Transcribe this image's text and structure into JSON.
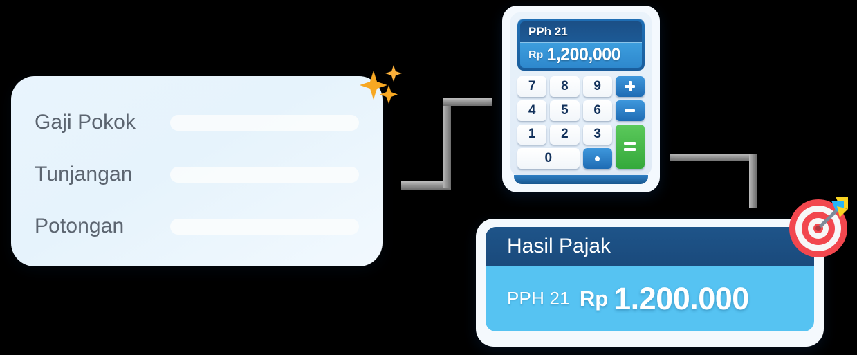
{
  "scene": {
    "background_color": "#000000",
    "accent_blue": "#2e88cd",
    "accent_navy": "#1a4a7c",
    "accent_light_blue": "#56c3f2",
    "accent_green": "#34a93b",
    "connector_color": "#8f8f8f"
  },
  "input_card": {
    "background_color": "#e8f3fc",
    "fields": [
      {
        "label": "Gaji Pokok",
        "value": ""
      },
      {
        "label": "Tunjangan",
        "value": ""
      },
      {
        "label": "Potongan",
        "value": ""
      }
    ]
  },
  "decorations": {
    "sparkles_icon": "sparkles",
    "sparkles_color": "#f9a825",
    "dart_icon": "direct-hit-target",
    "dart_color": "#f2474e"
  },
  "calculator": {
    "display": {
      "title": "PPh 21",
      "currency": "Rp",
      "amount": "1,200,000"
    },
    "keys": [
      {
        "label": "7",
        "type": "num",
        "name": "key-7"
      },
      {
        "label": "8",
        "type": "num",
        "name": "key-8"
      },
      {
        "label": "9",
        "type": "num",
        "name": "key-9"
      },
      {
        "label": "+",
        "type": "op",
        "name": "key-plus"
      },
      {
        "label": "4",
        "type": "num",
        "name": "key-4"
      },
      {
        "label": "5",
        "type": "num",
        "name": "key-5"
      },
      {
        "label": "6",
        "type": "num",
        "name": "key-6"
      },
      {
        "label": "−",
        "type": "op",
        "name": "key-minus"
      },
      {
        "label": "1",
        "type": "num",
        "name": "key-1"
      },
      {
        "label": "2",
        "type": "num",
        "name": "key-2"
      },
      {
        "label": "3",
        "type": "num",
        "name": "key-3"
      },
      {
        "label": "=",
        "type": "eq",
        "name": "key-equals"
      },
      {
        "label": "0",
        "type": "num",
        "name": "key-0"
      },
      {
        "label": "·",
        "type": "op",
        "name": "key-decimal"
      }
    ]
  },
  "result_card": {
    "header": "Hasil Pajak",
    "tag": "PPH 21",
    "currency": "Rp",
    "amount": "1.200.000"
  }
}
